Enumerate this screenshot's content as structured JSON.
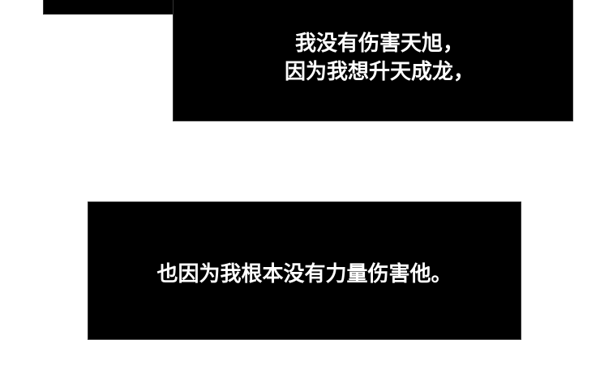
{
  "panels": [
    {
      "id": "top",
      "lines": [
        "我没有伤害天旭，",
        "因为我想升天成龙，"
      ]
    },
    {
      "id": "bottom",
      "lines": [
        "也因为我根本没有力量伤害他。"
      ]
    }
  ],
  "colors": {
    "background": "#ffffff",
    "panel": "#000000",
    "text": "#ffffff"
  }
}
